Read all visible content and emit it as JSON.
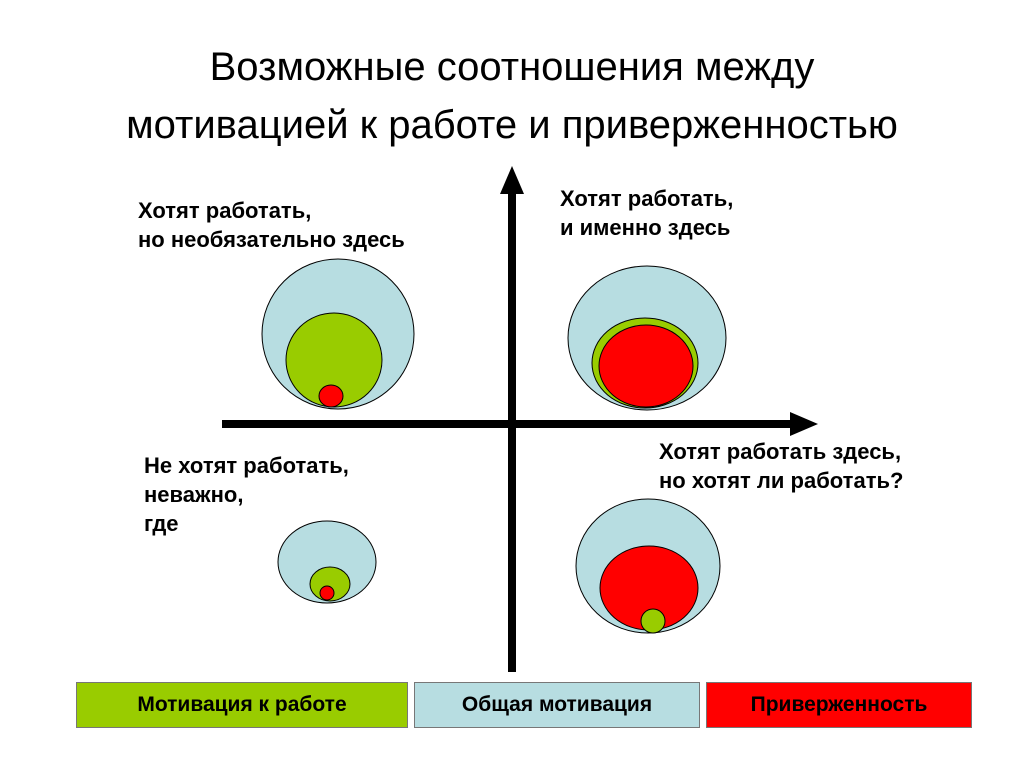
{
  "title": {
    "line1": "Возможные соотношения между",
    "line2": "мотивацией к работе и приверженностью"
  },
  "quadrants": {
    "top_left": {
      "line1": "Хотят работать,",
      "line2": "но необязательно здесь"
    },
    "top_right": {
      "line1": "Хотят работать,",
      "line2": "и именно здесь"
    },
    "bottom_left": {
      "line1": "Не хотят работать,",
      "line2": "неважно,",
      "line3": "где"
    },
    "bottom_right": {
      "line1": "Хотят работать здесь,",
      "line2": "но хотят ли работать?"
    }
  },
  "legend": {
    "work_motivation": {
      "label": "Мотивация к работе",
      "color": "#99cc00",
      "text_color": "#000000"
    },
    "general_motivation": {
      "label": "Общая мотивация",
      "color": "#b7dde1",
      "text_color": "#000000"
    },
    "commitment": {
      "label": "Приверженность",
      "color": "#ff0000",
      "text_color": "#000000"
    }
  },
  "colors": {
    "general_motivation": "#b7dde1",
    "work_motivation": "#99cc00",
    "commitment": "#ff0000",
    "axes": "#000000"
  }
}
